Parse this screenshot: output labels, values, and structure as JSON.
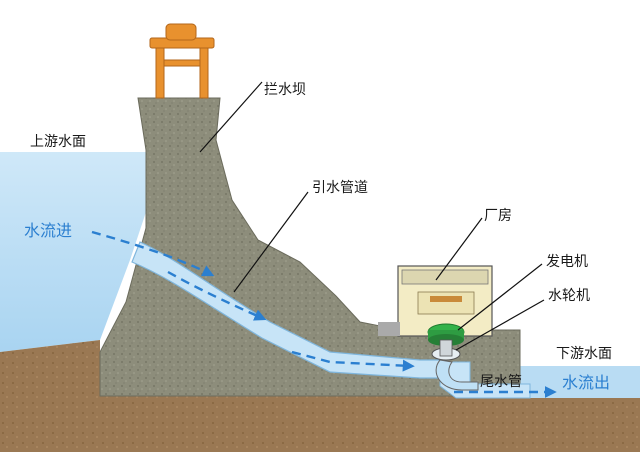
{
  "labels": {
    "upstream_surface": "上游水面",
    "dam": "拦水坝",
    "penstock": "引水管道",
    "powerhouse": "厂房",
    "generator": "发电机",
    "turbine": "水轮机",
    "downstream_surface": "下游水面",
    "draft_tube": "尾水管",
    "water_in": "水流进",
    "water_out": "水流出"
  },
  "colors": {
    "water": "#b9dcf3",
    "water_deep": "#9ccbee",
    "concrete": "#8e8e7c",
    "ground": "#9c7a55",
    "gantry": "#e8912e",
    "flow_arrow": "#2b7fd0",
    "generator_green": "#33b24a"
  }
}
